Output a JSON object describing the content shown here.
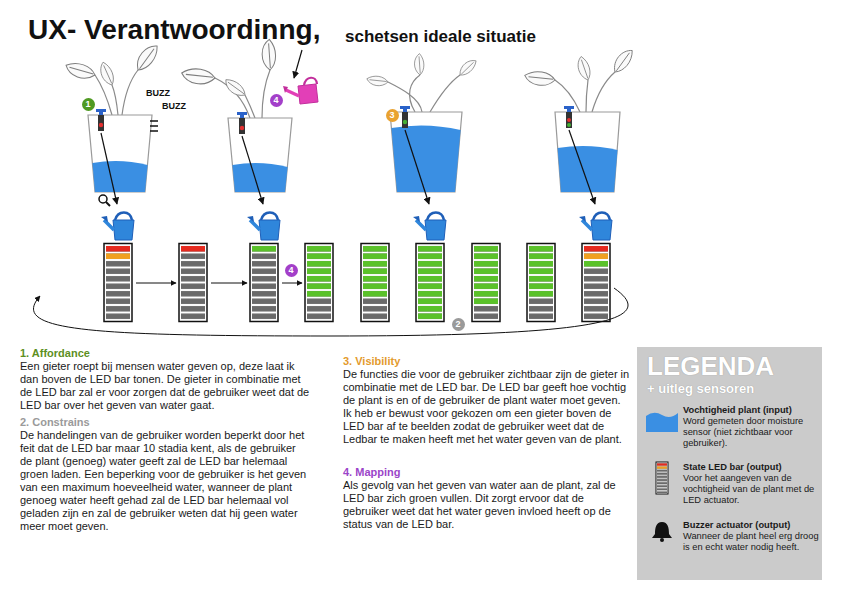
{
  "diagram": {
    "title": "UX- Verantwoordinng,",
    "nodes": [
      {
        "text": [
          "LEGENDA",
          "+ uitleg sensoren"
        ]
      }
    ],
    "labels": [
      "schetsen ideale situatie",
      "1",
      "BUZZ",
      "BUZZ",
      "4",
      "3",
      "4",
      "2",
      "1. Affordance",
      "Een gieter roept bij mensen water geven op, deze laat ik dan boven de LED bar tonen. De gieter in combinatie met de LED bar zal er voor zorgen dat de gebruiker weet dat de LED bar over het geven van water gaat.",
      "2. Constrains",
      "De handelingen van de gebruiker worden beperkt door het feit dat de LED bar maar 10 stadia kent, als de gebruiker de plant (genoeg) water geeft zal de LED bar helemaal groen laden. Een beperking voor de gebruiker is het geven van een maximum hoeveelheid water, wanneer de plant genoeg water heeft gehad zal de LED bar helemaal vol geladen zijn en zal de gebruiker weten dat hij geen water meer moet geven.",
      "3. Visibility",
      "De functies die voor de gebruiker zichtbaar zijn de gieter in combinatie met de LED bar. De LED bar geeft hoe vochtig de plant is en of de gebruiker de plant water moet geven.",
      "Ik heb er bewust voor gekozen om een gieter boven de LED bar af te beelden zodat de gebruiker weet dat de Ledbar te maken heeft met het water geven van de plant.",
      "4. Mapping",
      "Als gevolg van het geven van water aan de plant, zal de LED bar zich groen vullen. Dit zorgt ervoor dat de gebruiker weet dat het water geven invloed heeft op de status van de LED bar.",
      "Word gemeten door moisture sensor (niet zichtbaar voor gebruiker).",
      "Voor het aangeven van de vochtigheid van de plant met de LED actuator.",
      "Wanneer de plant heel erg droog is en echt water nodig heeft."
    ],
    "legend": [
      {
        "text": "Vochtigheid plant (input)",
        "color": "#3a8fe3"
      },
      {
        "text": "State LED bar (output)"
      },
      {
        "text": "Buzzer actuator (output)"
      }
    ]
  }
}
